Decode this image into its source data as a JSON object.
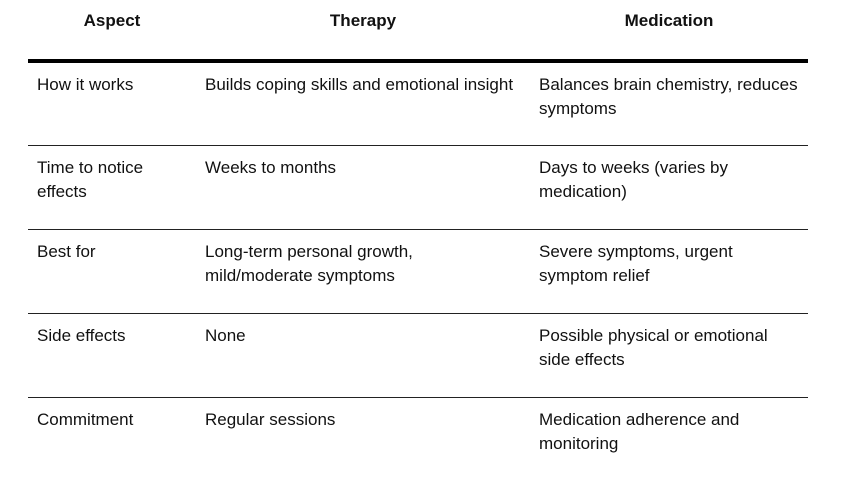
{
  "table": {
    "headers": [
      "Aspect",
      "Therapy",
      "Medication"
    ],
    "rows": [
      [
        "How it works",
        "Builds coping skills and emotional insight",
        "Balances brain chemistry, reduces symptoms"
      ],
      [
        "Time to notice effects",
        "Weeks to months",
        "Days to weeks (varies by medication)"
      ],
      [
        "Best for",
        "Long-term personal growth, mild/moderate symptoms",
        "Severe symptoms, urgent symptom relief"
      ],
      [
        "Side effects",
        "None",
        "Possible physical or emotional side effects"
      ],
      [
        "Commitment",
        "Regular sessions",
        "Medication adherence and monitoring"
      ]
    ]
  }
}
